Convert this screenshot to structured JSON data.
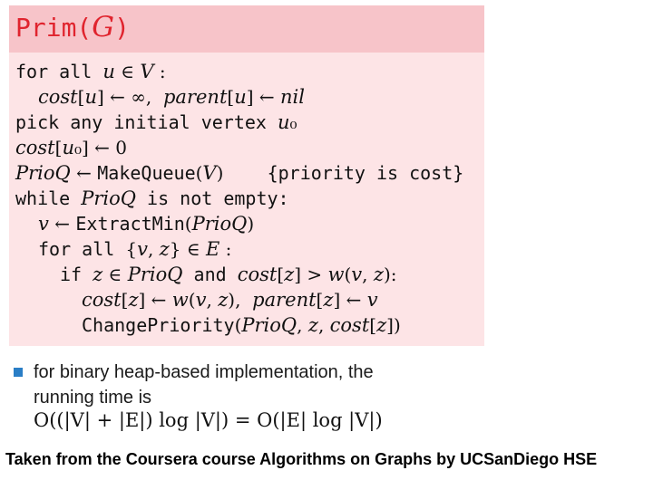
{
  "algorithm": {
    "title_prefix": "Prim(",
    "title_var": "G",
    "title_suffix": ")",
    "lines": [
      {
        "parts": [
          {
            "t": "mono",
            "v": "for all "
          },
          {
            "t": "ital",
            "v": "u"
          },
          {
            "t": "sym",
            "v": " ∈ "
          },
          {
            "t": "ital",
            "v": "V"
          },
          {
            "t": "sym",
            "v": " :"
          }
        ]
      },
      {
        "parts": [
          {
            "t": "ital",
            "v": "cost"
          },
          {
            "t": "sym",
            "v": "["
          },
          {
            "t": "ital",
            "v": "u"
          },
          {
            "t": "sym",
            "v": "] ← ∞,  "
          },
          {
            "t": "ital",
            "v": "parent"
          },
          {
            "t": "sym",
            "v": "["
          },
          {
            "t": "ital",
            "v": "u"
          },
          {
            "t": "sym",
            "v": "] ← "
          },
          {
            "t": "ital",
            "v": "nil"
          }
        ]
      },
      {
        "parts": [
          {
            "t": "mono",
            "v": "pick any initial vertex "
          },
          {
            "t": "ital",
            "v": "u"
          },
          {
            "t": "sym",
            "v": "₀"
          }
        ]
      },
      {
        "parts": [
          {
            "t": "ital",
            "v": "cost"
          },
          {
            "t": "sym",
            "v": "["
          },
          {
            "t": "ital",
            "v": "u"
          },
          {
            "t": "sym",
            "v": "₀] ← 0"
          }
        ]
      },
      {
        "parts": [
          {
            "t": "ital",
            "v": "PrioQ"
          },
          {
            "t": "sym",
            "v": " ← "
          },
          {
            "t": "mono",
            "v": "MakeQueue"
          },
          {
            "t": "sym",
            "v": "("
          },
          {
            "t": "ital",
            "v": "V"
          },
          {
            "t": "sym",
            "v": ")"
          },
          {
            "t": "mono",
            "v": "    {priority is cost}"
          }
        ]
      },
      {
        "parts": [
          {
            "t": "mono",
            "v": "while "
          },
          {
            "t": "ital",
            "v": "PrioQ"
          },
          {
            "t": "mono",
            "v": " is not empty:"
          }
        ]
      },
      {
        "parts": [
          {
            "t": "ital",
            "v": "v"
          },
          {
            "t": "sym",
            "v": " ← "
          },
          {
            "t": "mono",
            "v": "ExtractMin"
          },
          {
            "t": "sym",
            "v": "("
          },
          {
            "t": "ital",
            "v": "PrioQ"
          },
          {
            "t": "sym",
            "v": ")"
          }
        ]
      },
      {
        "parts": [
          {
            "t": "mono",
            "v": "for all "
          },
          {
            "t": "sym",
            "v": "{"
          },
          {
            "t": "ital",
            "v": "v"
          },
          {
            "t": "sym",
            "v": ", "
          },
          {
            "t": "ital",
            "v": "z"
          },
          {
            "t": "sym",
            "v": "} ∈ "
          },
          {
            "t": "ital",
            "v": "E"
          },
          {
            "t": "sym",
            "v": " :"
          }
        ]
      },
      {
        "parts": [
          {
            "t": "mono",
            "v": "if "
          },
          {
            "t": "ital",
            "v": "z"
          },
          {
            "t": "sym",
            "v": " ∈ "
          },
          {
            "t": "ital",
            "v": "PrioQ"
          },
          {
            "t": "mono",
            "v": " and "
          },
          {
            "t": "ital",
            "v": "cost"
          },
          {
            "t": "sym",
            "v": "["
          },
          {
            "t": "ital",
            "v": "z"
          },
          {
            "t": "sym",
            "v": "] > "
          },
          {
            "t": "ital",
            "v": "w"
          },
          {
            "t": "sym",
            "v": "("
          },
          {
            "t": "ital",
            "v": "v"
          },
          {
            "t": "sym",
            "v": ", "
          },
          {
            "t": "ital",
            "v": "z"
          },
          {
            "t": "sym",
            "v": "):"
          }
        ]
      },
      {
        "parts": [
          {
            "t": "ital",
            "v": "cost"
          },
          {
            "t": "sym",
            "v": "["
          },
          {
            "t": "ital",
            "v": "z"
          },
          {
            "t": "sym",
            "v": "] ← "
          },
          {
            "t": "ital",
            "v": "w"
          },
          {
            "t": "sym",
            "v": "("
          },
          {
            "t": "ital",
            "v": "v"
          },
          {
            "t": "sym",
            "v": ", "
          },
          {
            "t": "ital",
            "v": "z"
          },
          {
            "t": "sym",
            "v": "),  "
          },
          {
            "t": "ital",
            "v": "parent"
          },
          {
            "t": "sym",
            "v": "["
          },
          {
            "t": "ital",
            "v": "z"
          },
          {
            "t": "sym",
            "v": "] ← "
          },
          {
            "t": "ital",
            "v": "v"
          }
        ]
      },
      {
        "parts": [
          {
            "t": "mono",
            "v": "ChangePriority"
          },
          {
            "t": "sym",
            "v": "("
          },
          {
            "t": "ital",
            "v": "PrioQ"
          },
          {
            "t": "sym",
            "v": ", "
          },
          {
            "t": "ital",
            "v": "z"
          },
          {
            "t": "sym",
            "v": ", "
          },
          {
            "t": "ital",
            "v": "cost"
          },
          {
            "t": "sym",
            "v": "["
          },
          {
            "t": "ital",
            "v": "z"
          },
          {
            "t": "sym",
            "v": "])"
          }
        ]
      }
    ]
  },
  "note": {
    "line1": "for binary heap-based implementation, the",
    "line2": "running time is",
    "formula": "O((|V| + |E|) log |V|) = O(|E| log |V|)"
  },
  "caption": "Taken from the Coursera course Algorithms on Graphs by UCSanDiego HSE",
  "colors": {
    "title_text": "#e0242e",
    "title_band": "#f7c4c9",
    "box_background": "#fde4e6",
    "bullet": "#2a7ec6"
  }
}
